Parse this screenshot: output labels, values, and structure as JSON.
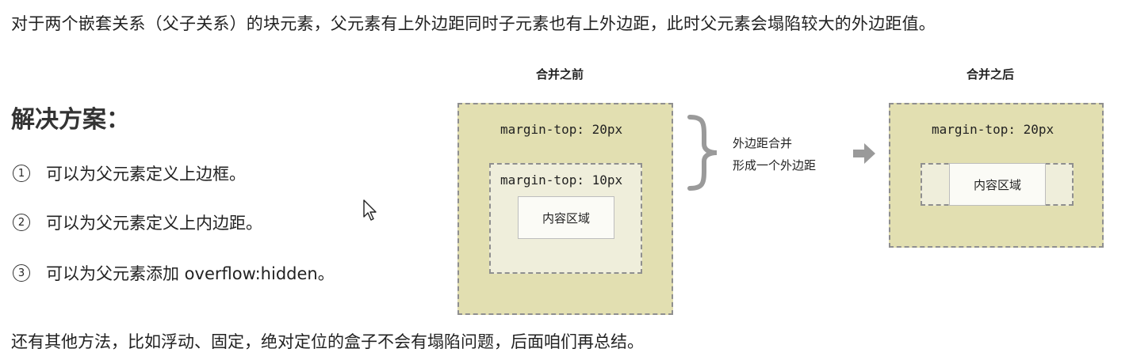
{
  "intro_text": "对于两个嵌套关系（父子关系）的块元素，父元素有上外边距同时子元素也有上外边距，此时父元素会塌陷较大的外边距值。",
  "solution_heading": "解决方案：",
  "methods": [
    {
      "marker": "1",
      "text": "可以为父元素定义上边框。"
    },
    {
      "marker": "2",
      "text": "可以为父元素定义上内边距。"
    },
    {
      "marker": "3",
      "text": "可以为父元素添加 overflow:hidden。"
    }
  ],
  "footer_text": "还有其他方法，比如浮动、固定，绝对定位的盒子不会有塌陷问题，后面咱们再总结。",
  "diagram": {
    "before": {
      "title": "合并之前",
      "outer_label": "margin-top: 20px",
      "inner_label": "margin-top: 10px",
      "content_label": "内容区域"
    },
    "merge_note": {
      "line1": "外边距合并",
      "line2": "形成一个外边距"
    },
    "after": {
      "title": "合并之后",
      "outer_label": "margin-top: 20px",
      "content_label": "内容区域"
    }
  },
  "colors": {
    "outer_fill": "#e2dfb1",
    "inner_fill": "#efeedb",
    "content_fill": "#fbfbf6",
    "arrow": "#9a9a9a"
  },
  "icons": {
    "brace": "brace-icon",
    "arrow": "arrow-right-icon",
    "cursor": "mouse-cursor-icon"
  }
}
